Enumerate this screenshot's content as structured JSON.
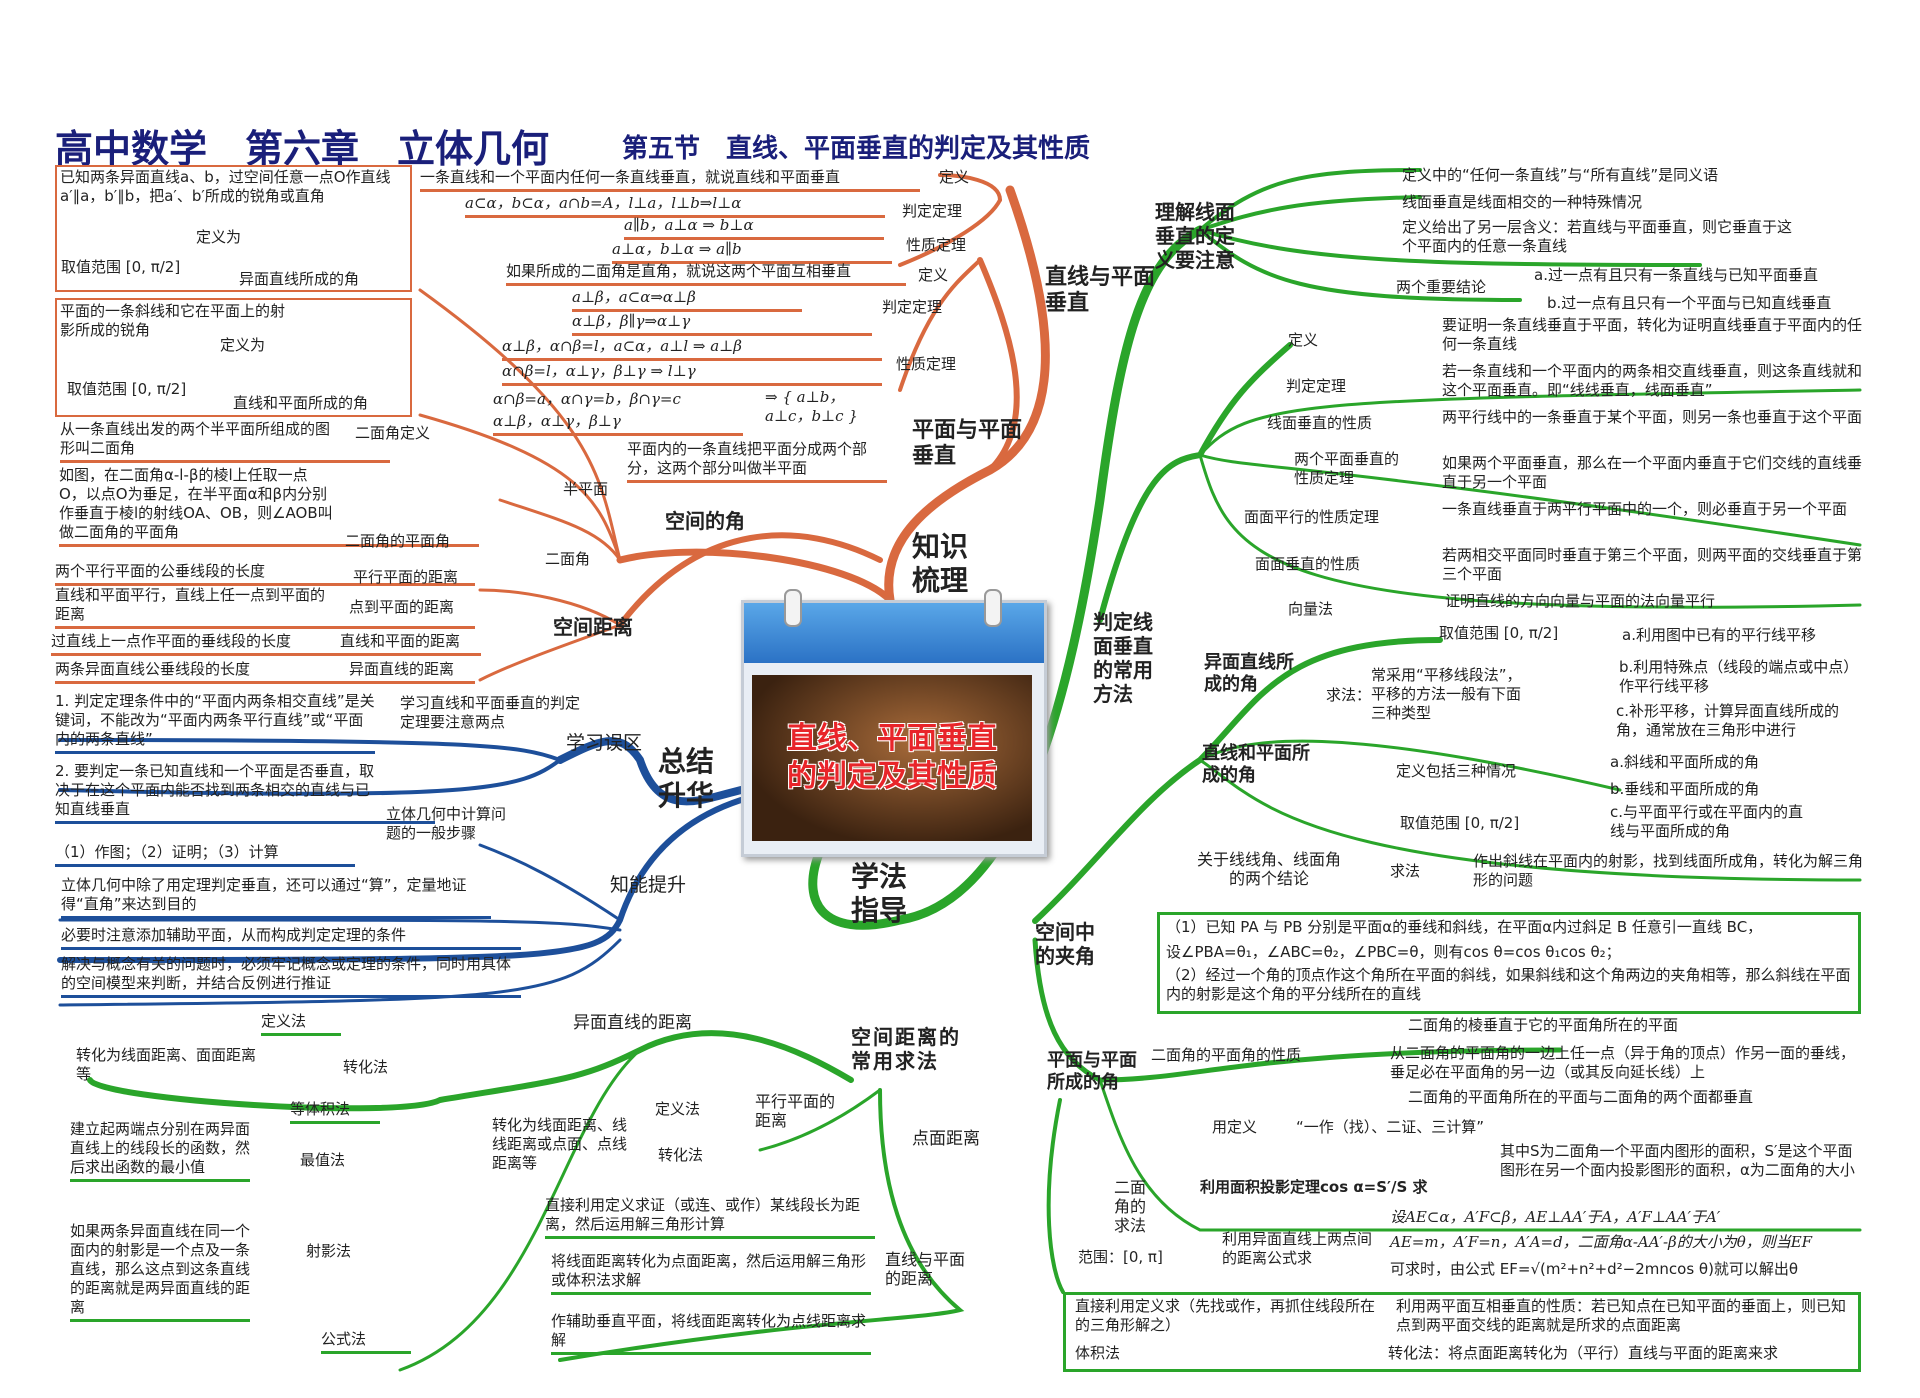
{
  "title": "高中数学　第六章　立体几何",
  "subtitle": "第五节　直线、平面垂直的判定及其性质",
  "center": {
    "label": "直线、平面垂直的判定及其性质"
  },
  "colors": {
    "knowledge": "#d9693f",
    "method": "#2aa52a",
    "summary": "#1d4f9a",
    "title": "#1a1f7a"
  },
  "knowledge": {
    "label": "知识梳理",
    "line_plane": {
      "label": "直线与平面垂直",
      "def_tag": "定义",
      "def": "一条直线和一个平面内任何一条直线垂直，就说直线和平面垂直",
      "thm_tag": "判定定理",
      "thm": "a⊂α，b⊂α，a∩b=A，l⊥a，l⊥b⇒l⊥α",
      "thm2": "a∥b，a⊥α ⇒ b⊥α",
      "prop_tag": "性质定理",
      "prop": "a⊥α，b⊥α ⇒ a∥b"
    },
    "plane_plane": {
      "label": "平面与平面垂直",
      "def_tag": "定义",
      "def": "如果所成的二面角是直角，就说这两个平面互相垂直",
      "thm_tag": "判定定理",
      "thm1": "a⊥β，a⊂α⇒α⊥β",
      "thm2": "α⊥β，β∥γ⇒α⊥γ",
      "prop_tag": "性质定理",
      "prop1": "α⊥β，α∩β=l，a⊂α，a⊥l ⇒ a⊥β",
      "prop2": "α∩β=l，α⊥γ，β⊥γ ⇒ l⊥γ",
      "prop3a": "α∩β=a，α∩γ=b，β∩γ=c",
      "prop3b": "α⊥β，α⊥γ，β⊥γ",
      "prop3c": "⇒ { a⊥b，a⊥c，b⊥c }"
    },
    "angles": {
      "label": "空间的角",
      "skew_desc": "已知两条异面直线a、b，过空间任意一点O作直线a′∥a，b′∥b，把a′、b′所成的锐角或直角",
      "skew_def": "定义为",
      "skew_range": "取值范围 [0, π/2]",
      "skew_label": "异面直线所成的角",
      "lp_desc": "平面的一条斜线和它在平面上的射影所成的锐角",
      "lp_def": "定义为",
      "lp_range": "取值范围 [0, π/2]",
      "lp_label": "直线和平面所成的角",
      "dihedral_desc": "从一条直线出发的两个半平面所组成的图形叫二面角",
      "dihedral_def": "二面角定义",
      "plane_angle_desc": "如图，在二面角α-l-β的棱l上任取一点O，以点O为垂足，在半平面α和β内分别作垂直于棱l的射线OA、OB，则∠AOB叫做二面角的平面角",
      "plane_angle_label": "二面角的平面角",
      "dihedral": "二面角",
      "half_plane": "半平面",
      "half_plane_desc": "平面内的一条直线把平面分成两个部分，这两个部分叫做半平面"
    },
    "distance": {
      "label": "空间距离",
      "items": [
        {
          "desc": "两个平行平面的公垂线段的长度",
          "name": "平行平面的距离"
        },
        {
          "desc": "直线和平面平行，直线上任一点到平面的距离",
          "name": "点到平面的距离"
        },
        {
          "desc": "过直线上一点作平面的垂线段的长度",
          "name": "直线和平面的距离"
        },
        {
          "desc": "两条异面直线公垂线段的长度",
          "name": "异面直线的距离"
        }
      ]
    }
  },
  "summary": {
    "label": "总结升华",
    "pitfalls": {
      "label": "学习误区",
      "topic": "学习直线和平面垂直的判定定理要注意两点",
      "items": [
        "1. 判定定理条件中的“平面内两条相交直线”是关键词，不能改为“平面内两条平行直线”或“平面内的两条直线”",
        "2. 要判定一条已知直线和一个平面是否垂直，取决于在这个平面内能否找到两条相交的直线与已知直线垂直"
      ]
    },
    "skills": {
      "label": "知能提升",
      "steps_topic": "立体几何中计算问题的一般步骤",
      "items": [
        "（1）作图；（2）证明；（3）计算",
        "立体几何中除了用定理判定垂直，还可以通过“算”，定量地证得“直角”来达到目的",
        "必要时注意添加辅助平面，从而构成判定定理的条件",
        "解决与概念有关的问题时，必须牢记概念或定理的条件，同时用具体的空间模型来判断，并结合反例进行推证"
      ]
    }
  },
  "method": {
    "label": "学法指导",
    "understand": {
      "label": "理解线面垂直的定义要注意",
      "items": [
        "定义中的“任何一条直线”与“所有直线”是同义语",
        "线面垂直是线面相交的一种特殊情况",
        "定义给出了另一层含义：若直线与平面垂直，则它垂直于这个平面内的任意一条直线"
      ],
      "conclusions": "两个重要结论",
      "conclusion_a": "a.过一点有且只有一条直线与已知平面垂直",
      "conclusion_b": "b.过一点有且只有一个平面与已知直线垂直"
    },
    "judge": {
      "label": "判定线面垂直的常用方法",
      "items": [
        {
          "name": "定义",
          "desc": "要证明一条直线垂直于平面，转化为证明直线垂直于平面内的任何一条直线"
        },
        {
          "name": "判定定理",
          "desc": "若一条直线和一个平面内的两条相交直线垂直，则这条直线就和这个平面垂直。即“线线垂直，线面垂直”"
        },
        {
          "name": "线面垂直的性质",
          "desc": "两平行线中的一条垂直于某个平面，则另一条也垂直于这个平面"
        },
        {
          "name": "两个平面垂直的性质定理",
          "desc": "如果两个平面垂直，那么在一个平面内垂直于它们交线的直线垂直于另一个平面"
        },
        {
          "name": "面面平行的性质定理",
          "desc": "一条直线垂直于两平行平面中的一个，则必垂直于另一个平面"
        },
        {
          "name": "面面垂直的性质",
          "desc": "若两相交平面同时垂直于第三个平面，则两平面的交线垂直于第三个平面"
        },
        {
          "name": "向量法",
          "desc": "证明直线的方向向量与平面的法向量平行"
        }
      ]
    },
    "angles": {
      "label": "空间中的夹角",
      "skew": {
        "label": "异面直线所成的角",
        "range": "取值范围 [0, π/2]",
        "method_tag": "求法：",
        "method": "常采用“平移线段法”，平移的方法一般有下面三种类型",
        "a": "a.利用图中已有的平行线平移",
        "b": "b.利用特殊点（线段的端点或中点）作平行线平移",
        "c": "c.补形平移，计算异面直线所成的角，通常放在三角形中进行"
      },
      "line_plane": {
        "label": "直线和平面所成的角",
        "def": "定义包括三种情况",
        "a": "a.斜线和平面所成的角",
        "b": "b.垂线和平面所成的角",
        "c": "c.与平面平行或在平面内的直线与平面所成的角",
        "range": "取值范围 [0, π/2]",
        "method_tag": "求法",
        "method": "作出斜线在平面内的射影，找到线面所成角，转化为解三角形的问题"
      },
      "conclusions": {
        "label": "关于线线角、线面角的两个结论",
        "line1": "（1）已知 PA 与 PB 分别是平面α的垂线和斜线，在平面α内过斜足 B 任意引一直线 BC，",
        "line2": "设∠PBA=θ₁，∠ABC=θ₂，∠PBC=θ，则有cos θ=cos θ₁cos θ₂；",
        "line3": "（2）经过一个角的顶点作这个角所在平面的斜线，如果斜线和这个角两边的夹角相等，那么斜线在平面内的射影是这个角的平分线所在的直线"
      },
      "dihedral": {
        "label": "平面与平面所成的角",
        "prop_label": "二面角的平面角的性质",
        "props": [
          "二面角的棱垂直于它的平面角所在的平面",
          "从二面角的平面角的一边上任一点（异于角的顶点）作另一面的垂线，垂足必在平面角的另一边（或其反向延长线）上",
          "二面角的平面角所在的平面与二面角的两个面都垂直"
        ],
        "solve_label": "二面角的求法",
        "by_def": "用定义",
        "by_def_desc": "“一作（找）、二证、三计算”",
        "by_area": "利用面积投影定理cos α=S′/S 求",
        "by_area_desc": "其中S为二面角一个平面内图形的面积，S′是这个平面图形在另一个面内投影图形的面积，α为二面角的大小",
        "by_dist": "利用异面直线上两点间的距离公式求",
        "by_dist_1": "设AE⊂α，A′F⊂β，AE⊥AA′于A，A′F⊥AA′于A′",
        "by_dist_2": "AE=m，A′F=n，A′A=d，二面角α-AA′-β的大小为θ，则当EF",
        "by_dist_3": "可求时，由公式 EF=√(m²+n²+d²−2mncos θ)就可以解出θ",
        "range": "范围：[0, π]"
      }
    },
    "distance": {
      "label": "空间距离的常用求法",
      "skew": {
        "label": "异面直线的距离",
        "def": "定义法",
        "transform": "转化法",
        "transform_desc": "转化为线面距离、面面距离等",
        "volume": "等体积法",
        "extreme": "最值法",
        "extreme_desc": "建立起两端点分别在两异面直线上的线段长的函数，然后求出函数的最小值",
        "projection": "射影法",
        "projection_desc": "如果两条异面直线在同一个面内的射影是一个点及一条直线，那么这点到这条直线的距离就是两异面直线的距离",
        "formula": "公式法"
      },
      "parallel": {
        "label": "平行平面的距离",
        "def": "定义法",
        "transform": "转化法",
        "transform_desc": "转化为线面距离、线线距离或点面、点线距离等"
      },
      "point_plane": {
        "label": "点面距离",
        "direct": "直接利用定义求（先找或作，再抓住线段所在的三角形解之）",
        "perp": "利用两平面互相垂直的性质：若已知点在已知平面的垂面上，则已知点到两平面交线的距离就是所求的点面距离",
        "volume": "体积法",
        "transform": "转化法：将点面距离转化为（平行）直线与平面的距离来求"
      },
      "line_plane": {
        "label": "直线与平面的距离",
        "items": [
          "直接利用定义求证（或连、或作）某线段长为距离，然后运用解三角形计算",
          "将线面距离转化为点面距离，然后运用解三角形或体积法求解",
          "作辅助垂直平面，将线面距离转化为点线距离求解"
        ]
      }
    }
  }
}
